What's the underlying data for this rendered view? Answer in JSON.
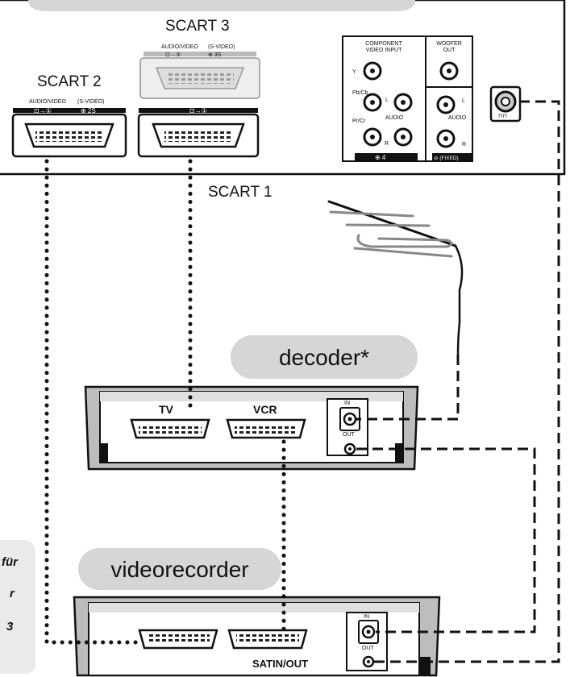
{
  "tv_panel": {
    "scart1_label": "SCART 1",
    "scart2_label": "SCART 2",
    "scart3_label": "SCART 3",
    "scart2_sub_left": "AUDIO/VIDEO",
    "scart2_sub_right": "(S-VIDEO)",
    "scart2_io_left": "⊡→①",
    "scart2_io_right": "⊕ 2S",
    "scart3_sub_left": "AUDIO/VIDEO",
    "scart3_sub_right": "(S-VIDEO)",
    "scart3_io_left": "⊡→③",
    "scart3_io_right": "⊕ 3S",
    "scart1_io": "⊡→①",
    "component": {
      "title_line1": "COMPONENT",
      "title_line2": "VIDEO INPUT",
      "y": "Y",
      "pb": "Pb/Cb",
      "pr": "Pr/Cr",
      "audio": "AUDIO",
      "l": "L",
      "r": "R",
      "bottom": "⊕ 4"
    },
    "woofer": {
      "title_line1": "WOOFER",
      "title_line2": "OUT",
      "audio": "AUDIO",
      "l": "L",
      "r": "R",
      "bottom": "⊖ (FIXED)"
    },
    "antenna_symbol": "⊓⊓"
  },
  "decoder": {
    "badge": "decoder*",
    "tv_label": "TV",
    "vcr_label": "VCR",
    "in_label": "IN",
    "out_label": "OUT"
  },
  "videorecorder": {
    "badge": "videorecorder",
    "satin_label": "SATIN/OUT",
    "in_label": "IN",
    "out_label": "OUT"
  },
  "side_note": {
    "line1": "für",
    "line2": "r",
    "line3": "3"
  }
}
